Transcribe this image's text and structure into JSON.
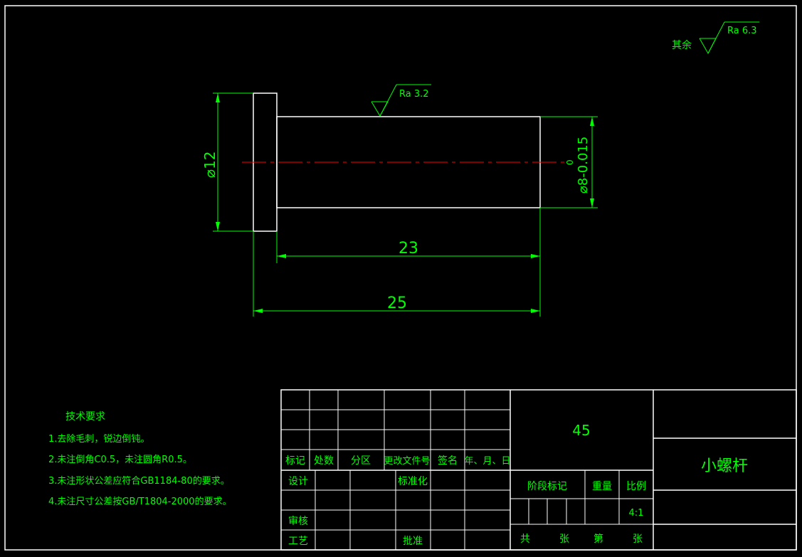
{
  "drawing": {
    "colors": {
      "background": "#000000",
      "outline": "#ffffff",
      "annotation": "#00ff00",
      "centerline": "#ff0000"
    },
    "surface_finish": {
      "other_label": "其余",
      "other_value": "Ra 6.3",
      "shaft_value": "Ra 3.2"
    },
    "dimensions": {
      "head_diameter": "⌀12",
      "shaft_diameter": "⌀8-0.015",
      "shaft_upper_tol": "0",
      "shaft_length": "23",
      "total_length": "25"
    },
    "tech_requirements": {
      "title": "技术要求",
      "items": [
        "1.去除毛刺，锐边倒钝。",
        "2.未注倒角C0.5，未注圆角R0.5。",
        "3.未注形状公差应符合GB1184-80的要求。",
        "4.未注尺寸公差按GB/T1804-2000的要求。"
      ]
    },
    "title_block": {
      "revision_headers": [
        "标记",
        "处数",
        "分区",
        "更改文件号",
        "签名",
        "年、月、日"
      ],
      "role_design": "设计",
      "role_standard": "标准化",
      "role_review": "审核",
      "role_process": "工艺",
      "role_approve": "批准",
      "material": "45",
      "part_name": "小螺杆",
      "stage_label": "阶段标记",
      "weight_label": "重量",
      "scale_label": "比例",
      "scale_value": "4:1",
      "sheet_total": "共",
      "sheet_unit_1": "张",
      "sheet_num": "第",
      "sheet_unit_2": "张"
    }
  }
}
